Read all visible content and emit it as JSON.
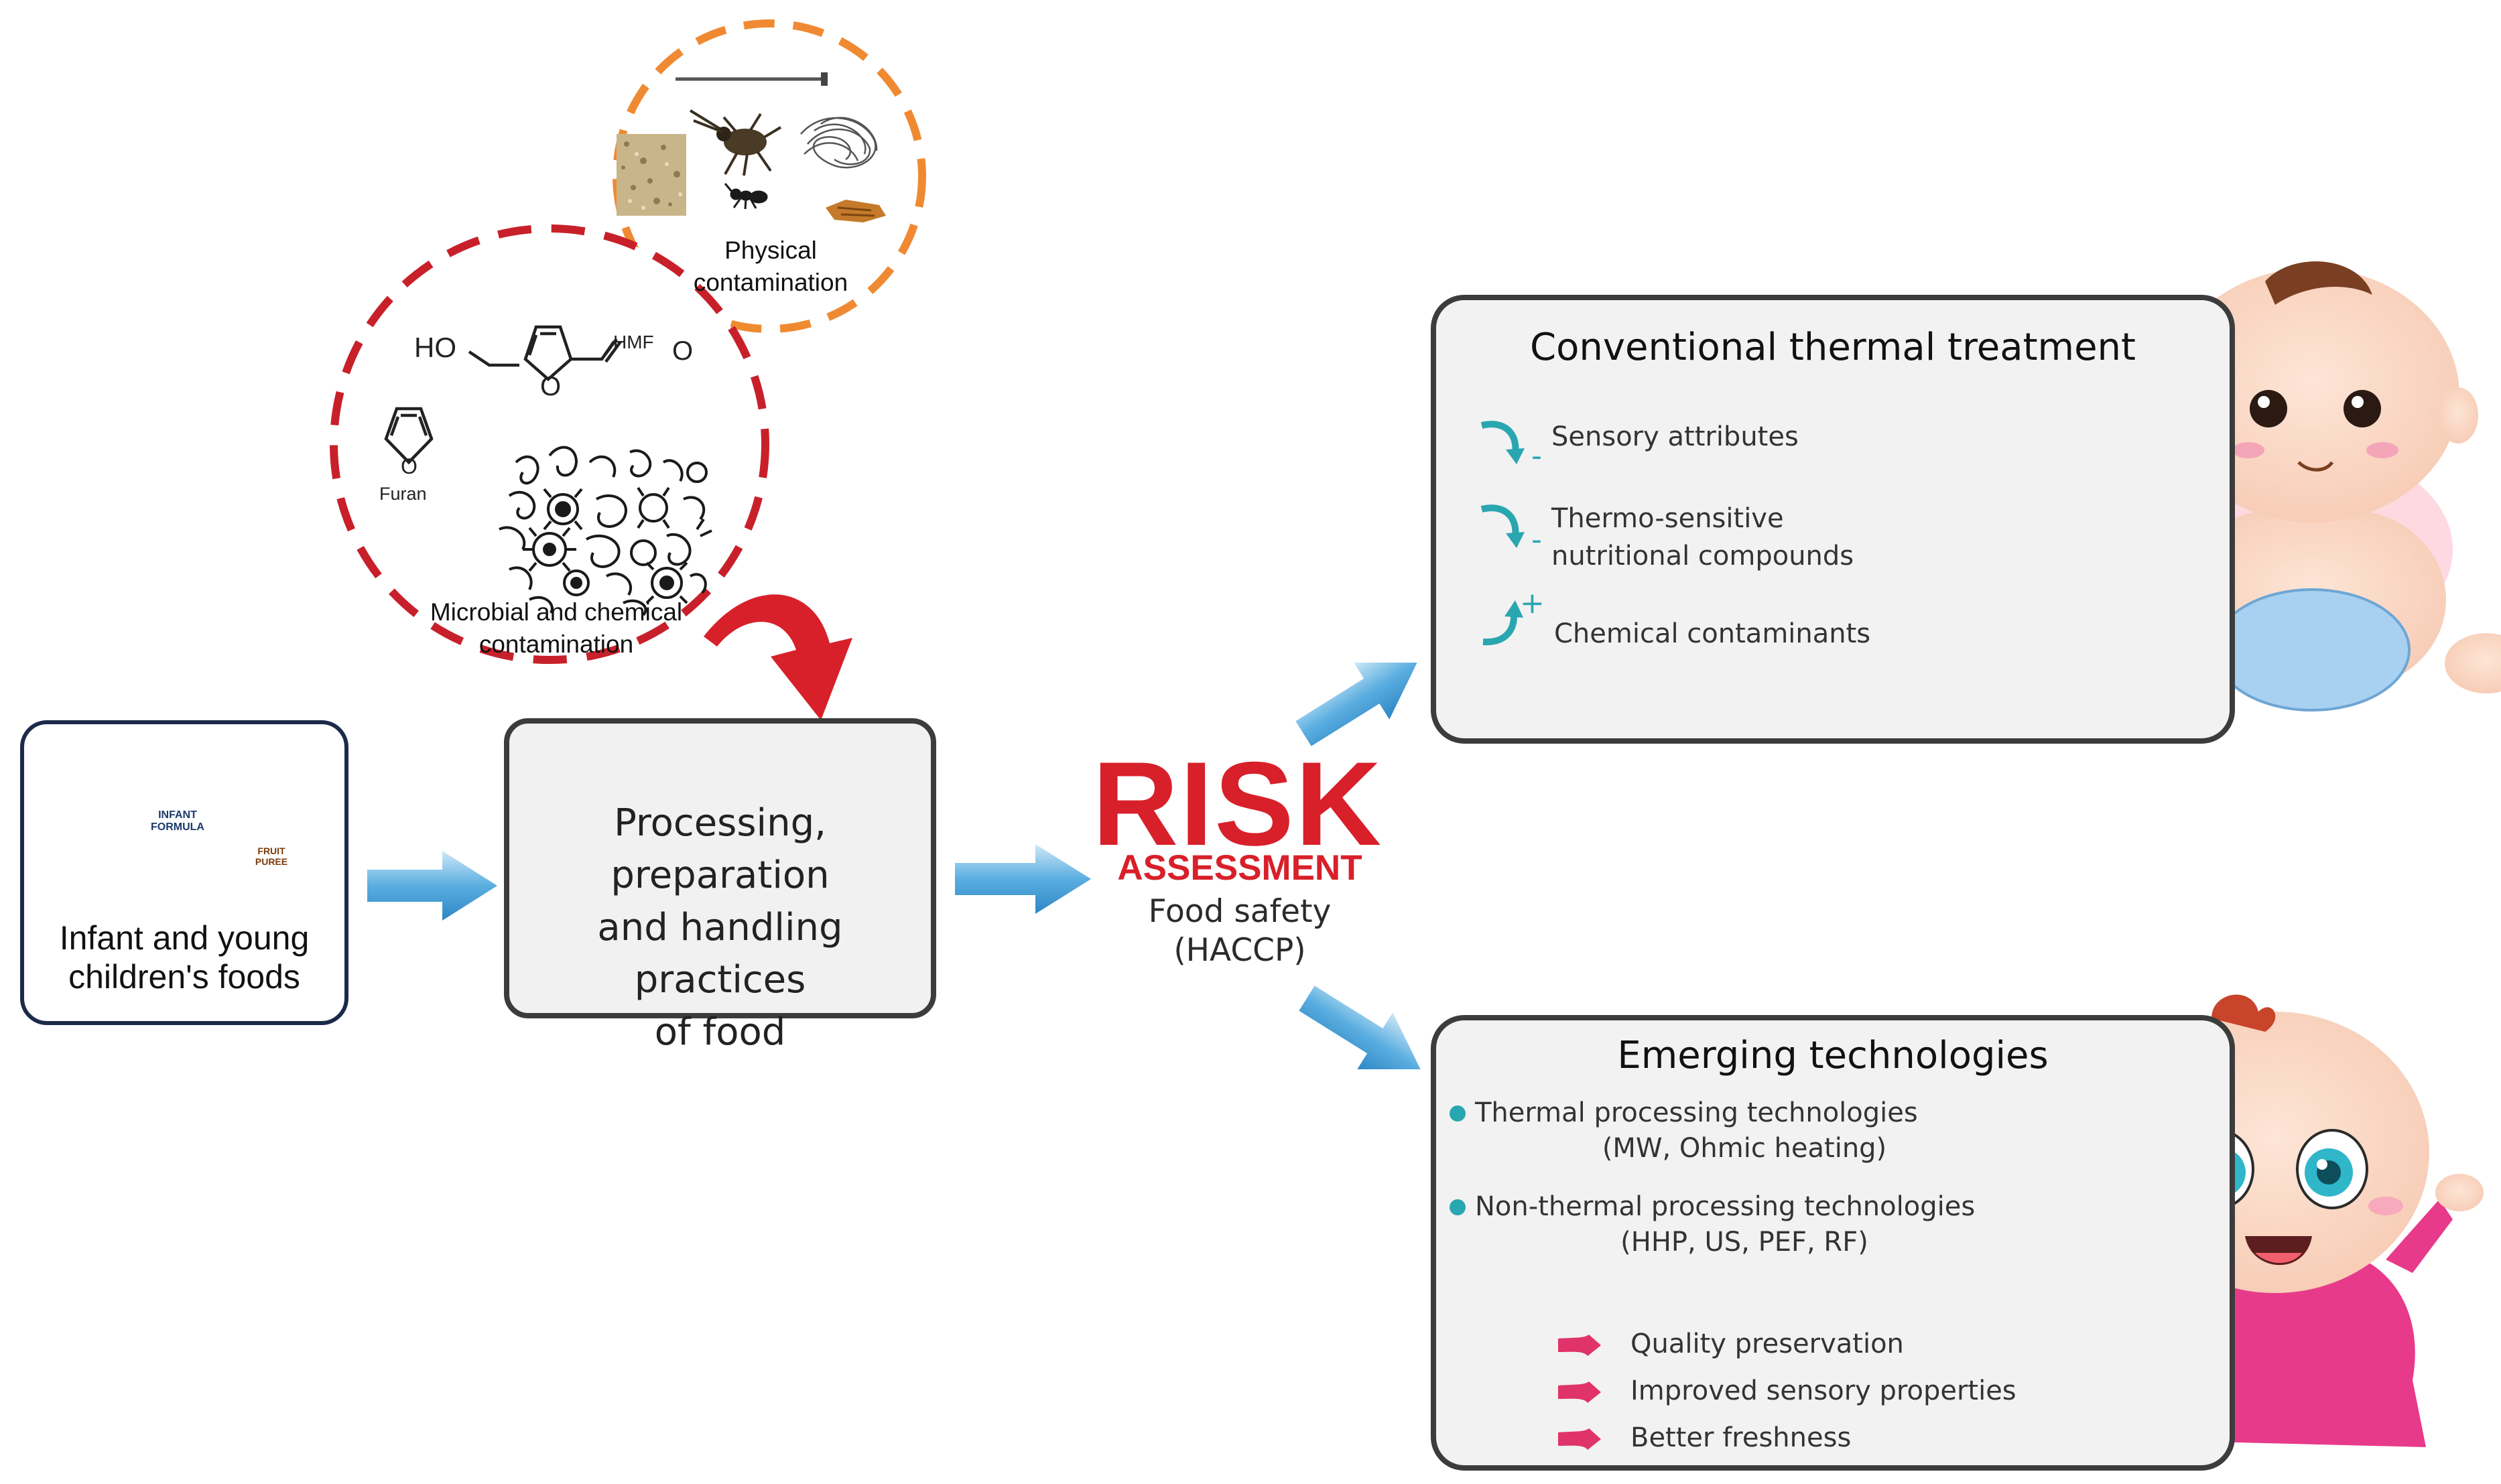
{
  "source_node": {
    "label_line1": "Infant and young",
    "label_line2": "children's foods",
    "product_labels": [
      "INFANT FORMULA",
      "FRUIT PUREE"
    ]
  },
  "process_node": {
    "line1": "Processing, preparation",
    "line2": "and handling practices",
    "line3": "of food"
  },
  "physical_contamination": {
    "line1": "Physical",
    "line2": "contamination"
  },
  "chemical_contamination": {
    "line1": "Microbial and chemical",
    "line2": "contamination",
    "hmf_label": "HMF",
    "ho_label": "HO",
    "o_label": "O",
    "furan_label": "Furan"
  },
  "risk": {
    "title": "RISK",
    "subtitle": "ASSESSMENT",
    "line1": "Food safety",
    "line2": "(HACCP)"
  },
  "conventional": {
    "title": "Conventional thermal treatment",
    "items": [
      {
        "text1": "Sensory attributes",
        "text2": "",
        "sign": "-"
      },
      {
        "text1": "Thermo-sensitive",
        "text2": "nutritional compounds",
        "sign": "-"
      },
      {
        "text1": "Chemical contaminants",
        "text2": "",
        "sign": "+"
      }
    ]
  },
  "emerging": {
    "title": "Emerging technologies",
    "items": [
      {
        "text": "Thermal processing technologies",
        "sub": "(MW, Ohmic heating)"
      },
      {
        "text": "Non-thermal processing technologies",
        "sub": "(HHP, US, PEF, RF)"
      }
    ],
    "benefits": [
      "Quality preservation",
      "Improved sensory properties",
      "Better freshness"
    ]
  },
  "colors": {
    "accent_blue": "#4fa3d8",
    "risk_red": "#d8202a",
    "teal": "#2aa6b0",
    "benefit_pink": "#e0336a",
    "orange_dash": "#ef8a32",
    "red_dash": "#c8202a"
  }
}
